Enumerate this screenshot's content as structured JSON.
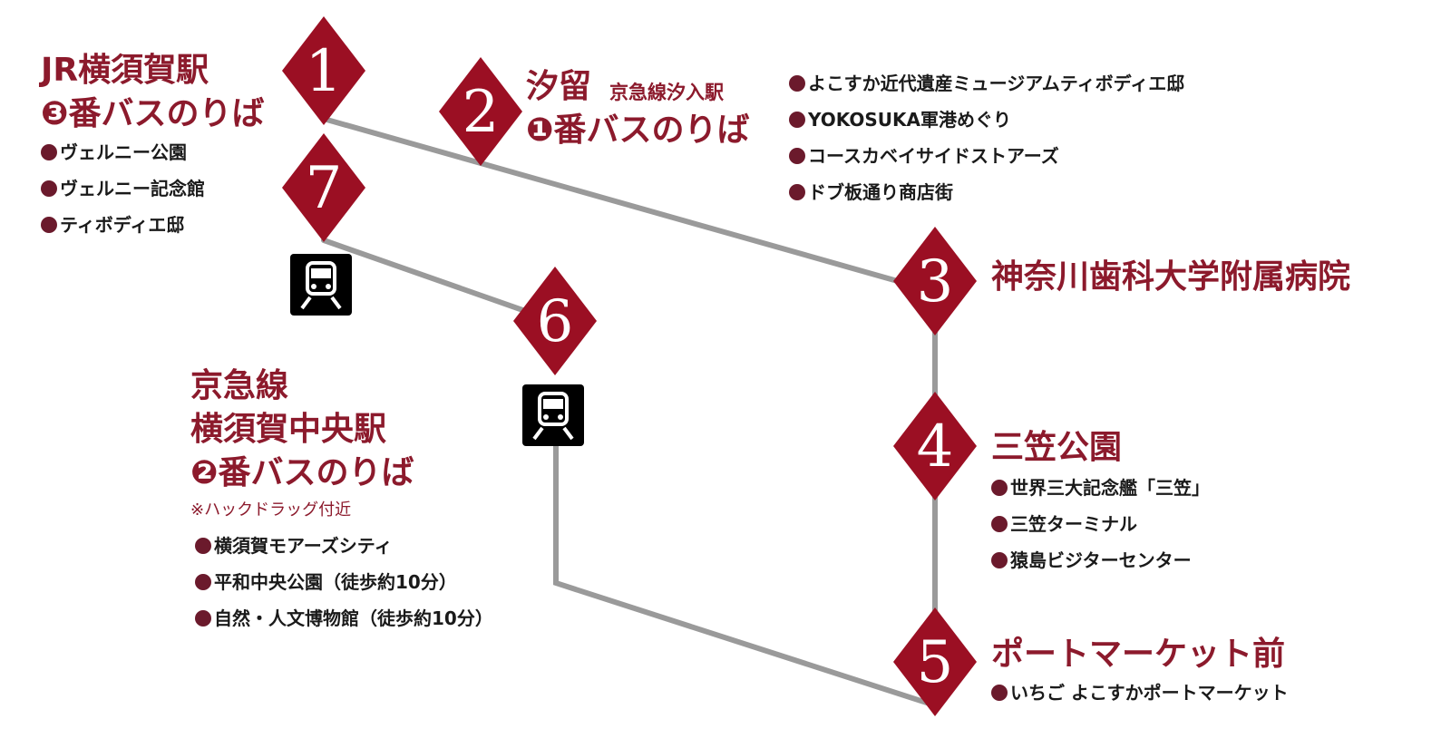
{
  "colors": {
    "accent": "#9b0f23",
    "title": "#8c1a2c",
    "route_line": "#9a9a9a",
    "bullet": "#6b1a2c"
  },
  "stops": [
    {
      "number": "1",
      "title_lines": [
        "JR横須賀駅",
        "❸番バスのりば"
      ],
      "places": [
        "ヴェルニー公園",
        "ヴェルニー記念館",
        "ティボディエ邸"
      ]
    },
    {
      "number": "2",
      "title_lines": [
        "汐留",
        "❶番バスのりば"
      ],
      "subtitle": "京急線汐入駅",
      "places": [
        "よこすか近代遺産ミュージアムティボディエ邸",
        "YOKOSUKA軍港めぐり",
        "コースカベイサイドストアーズ",
        "ドブ板通り商店街"
      ]
    },
    {
      "number": "3",
      "title": "神奈川歯科大学附属病院"
    },
    {
      "number": "4",
      "title": "三笠公園",
      "places": [
        "世界三大記念艦「三笠」",
        "三笠ターミナル",
        "猿島ビジターセンター"
      ]
    },
    {
      "number": "5",
      "title": "ポートマーケット前",
      "places": [
        "いちご よこすかポートマーケット"
      ]
    },
    {
      "number": "6"
    },
    {
      "number": "7"
    }
  ],
  "keikyu": {
    "title_lines": [
      "京急線",
      "横須賀中央駅",
      "❷番バスのりば"
    ],
    "note": "※ハックドラッグ付近",
    "places": [
      "横須賀モアーズシティ",
      "平和中央公園（徒歩約10分）",
      "自然・人文博物館（徒歩約10分）"
    ]
  },
  "icons": [
    "train-icon",
    "train-icon"
  ]
}
